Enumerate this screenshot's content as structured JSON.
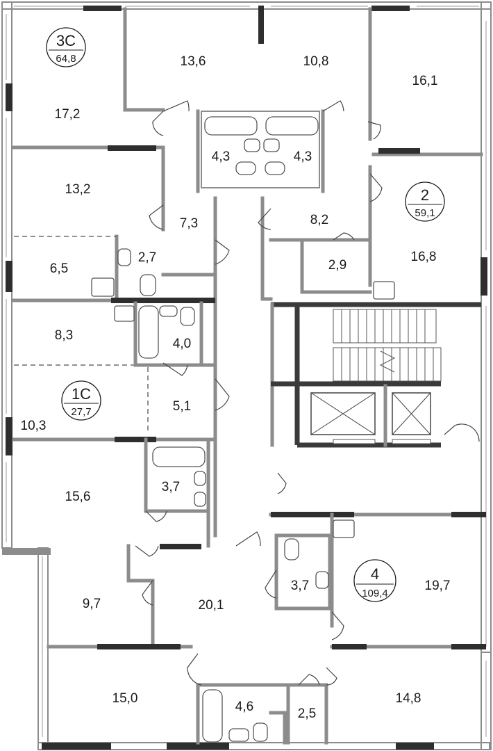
{
  "rooms": [
    {
      "id": "r1",
      "area": "17,2"
    },
    {
      "id": "r2",
      "area": "13,6"
    },
    {
      "id": "r3",
      "area": "10,8"
    },
    {
      "id": "r4",
      "area": "16,1"
    },
    {
      "id": "r5",
      "area": "4,3"
    },
    {
      "id": "r6",
      "area": "4,3"
    },
    {
      "id": "r7",
      "area": "13,2"
    },
    {
      "id": "r8",
      "area": "7,3"
    },
    {
      "id": "r9",
      "area": "8,2"
    },
    {
      "id": "r10",
      "area": "16,8"
    },
    {
      "id": "r11",
      "area": "6,5"
    },
    {
      "id": "r12",
      "area": "2,7"
    },
    {
      "id": "r13",
      "area": "2,9"
    },
    {
      "id": "r14",
      "area": "8,3"
    },
    {
      "id": "r15",
      "area": "4,0"
    },
    {
      "id": "r16",
      "area": "5,1"
    },
    {
      "id": "r17",
      "area": "10,3"
    },
    {
      "id": "r18",
      "area": "15,6"
    },
    {
      "id": "r19",
      "area": "3,7"
    },
    {
      "id": "r20",
      "area": "9,7"
    },
    {
      "id": "r21",
      "area": "20,1"
    },
    {
      "id": "r22",
      "area": "3,7"
    },
    {
      "id": "r23",
      "area": "19,7"
    },
    {
      "id": "r24",
      "area": "15,0"
    },
    {
      "id": "r25",
      "area": "4,6"
    },
    {
      "id": "r26",
      "area": "2,5"
    },
    {
      "id": "r27",
      "area": "14,8"
    }
  ],
  "units": [
    {
      "id": "u3c",
      "type": "3С",
      "area": "64,8"
    },
    {
      "id": "u2",
      "type": "2",
      "area": "59,1"
    },
    {
      "id": "u1c",
      "type": "1С",
      "area": "27,7"
    },
    {
      "id": "u4",
      "type": "4",
      "area": "109,4"
    }
  ]
}
